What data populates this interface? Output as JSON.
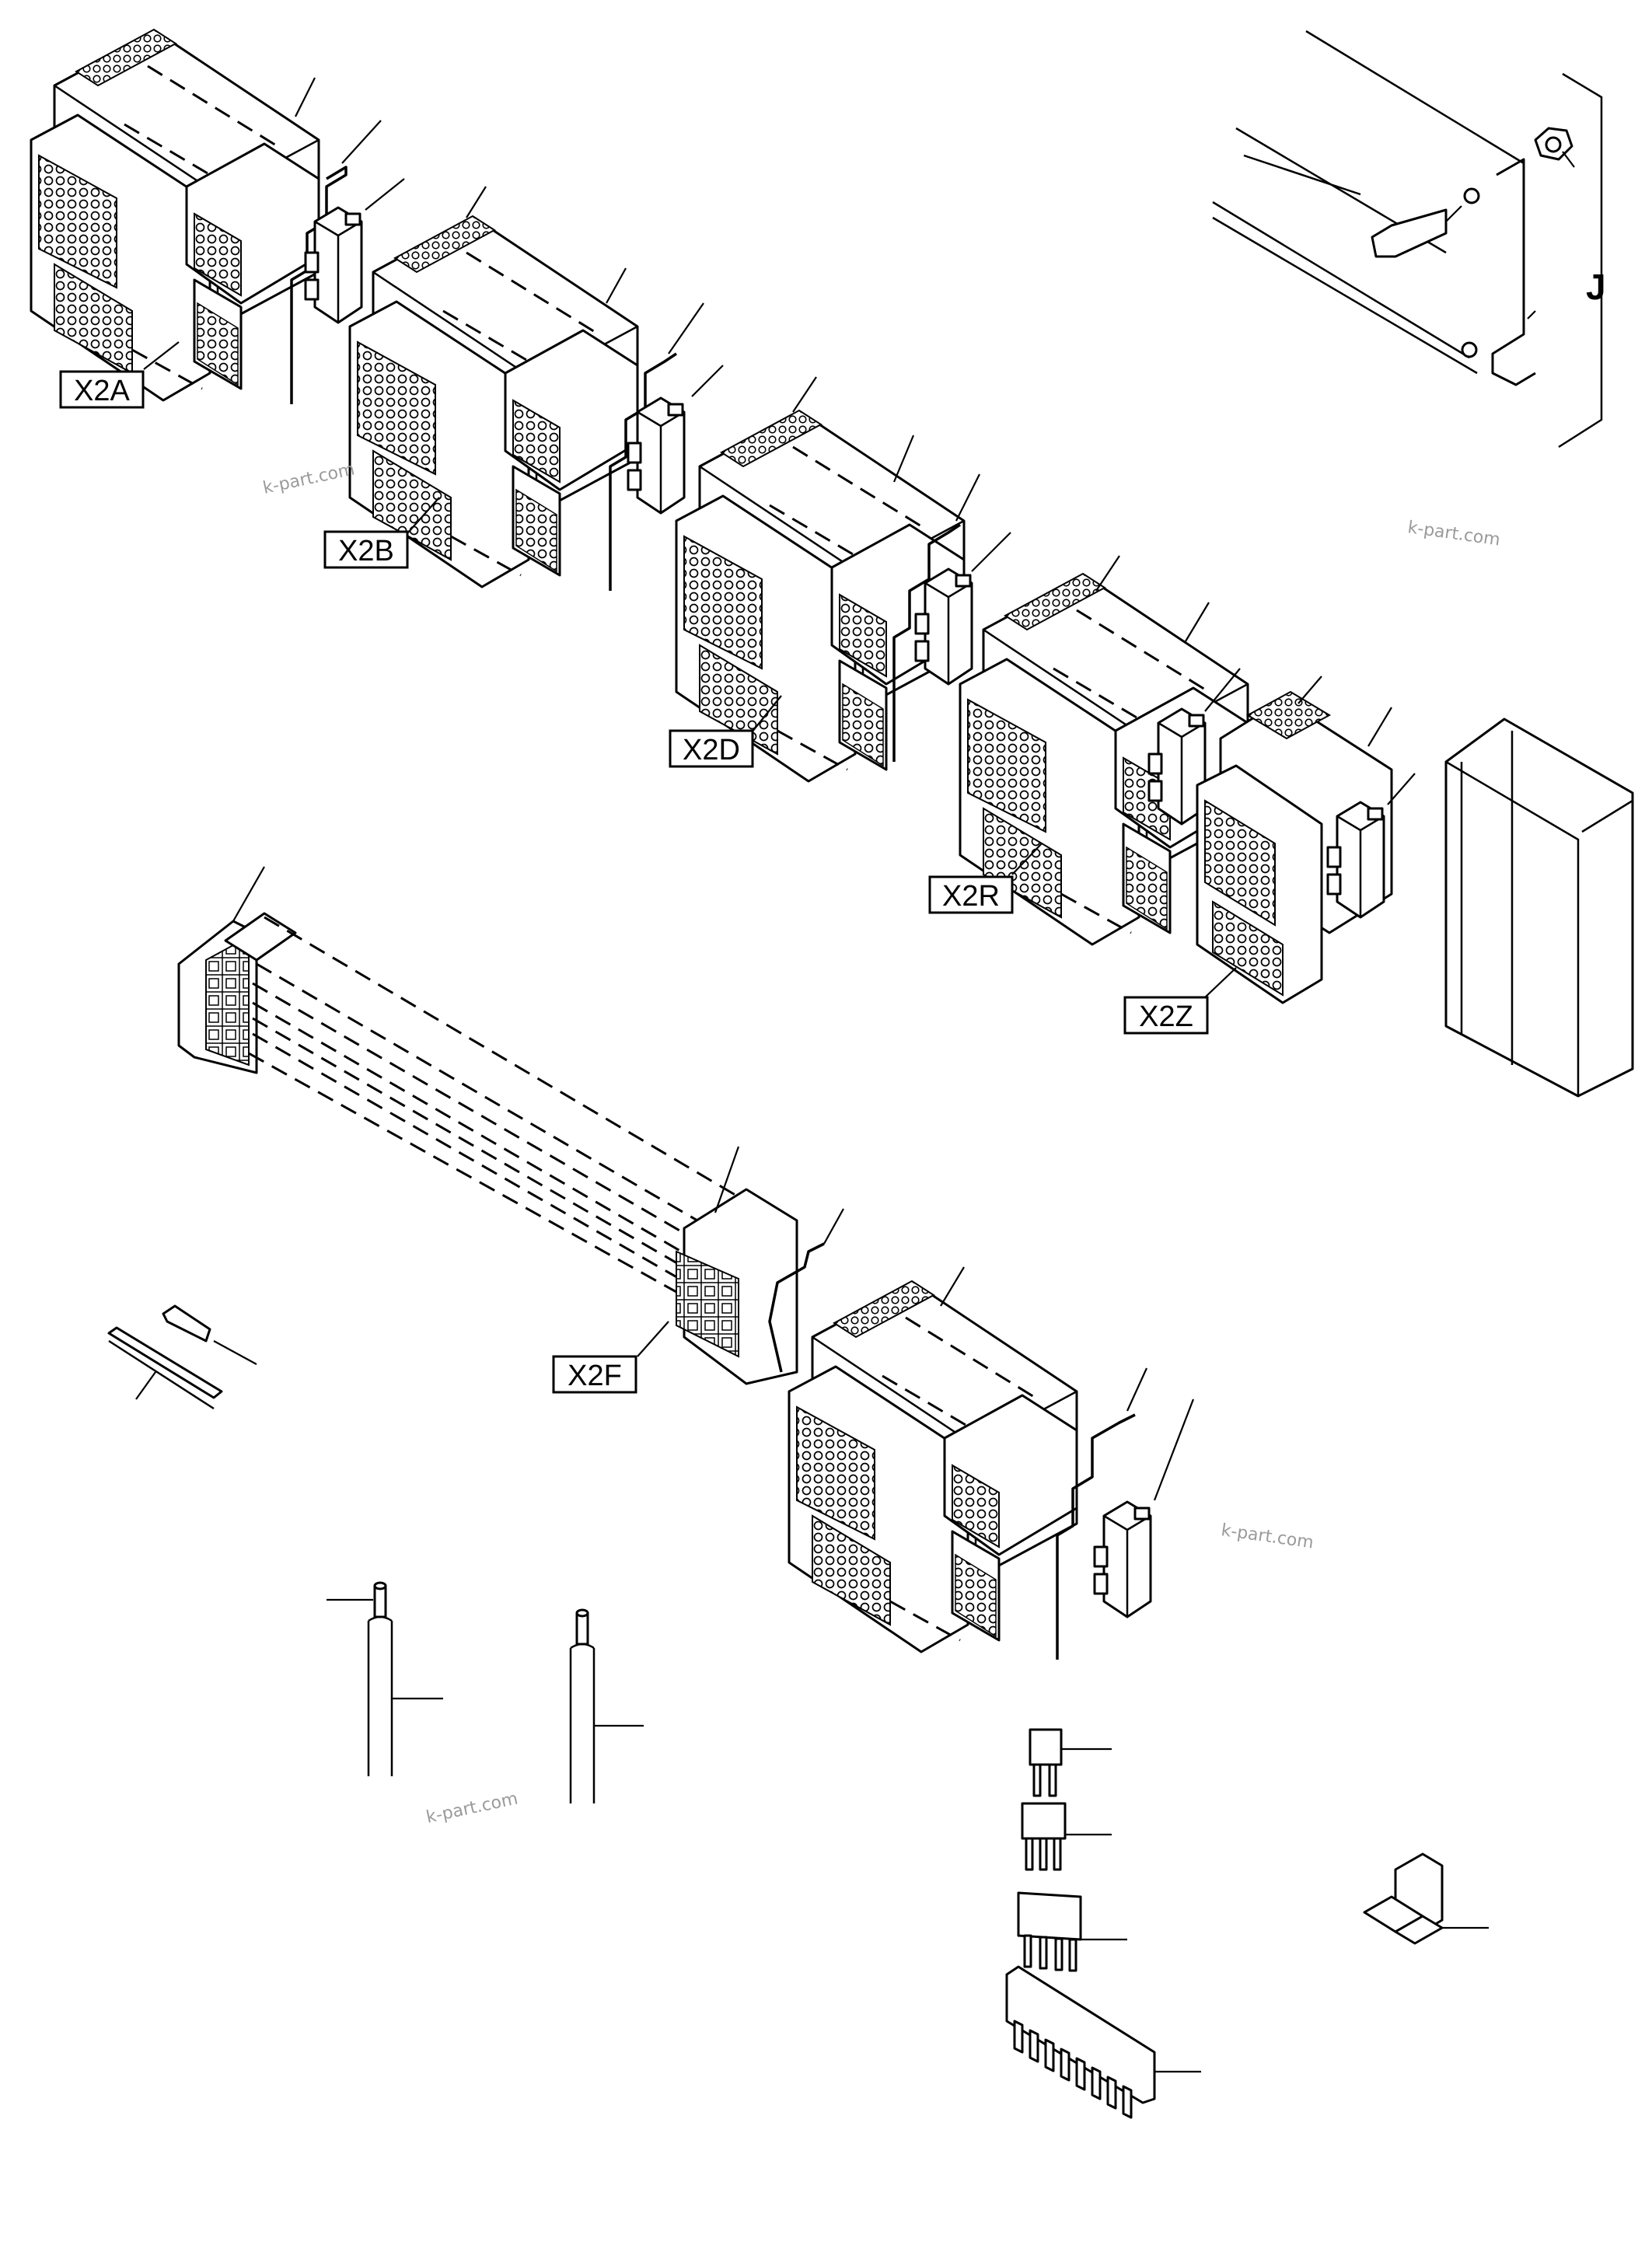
{
  "labels": {
    "x2a": "X2A",
    "x2b": "X2B",
    "x2d": "X2D",
    "x2r": "X2R",
    "x2z": "X2Z",
    "x2f": "X2F"
  },
  "detail_callout": "J",
  "watermark": "k-part.com"
}
